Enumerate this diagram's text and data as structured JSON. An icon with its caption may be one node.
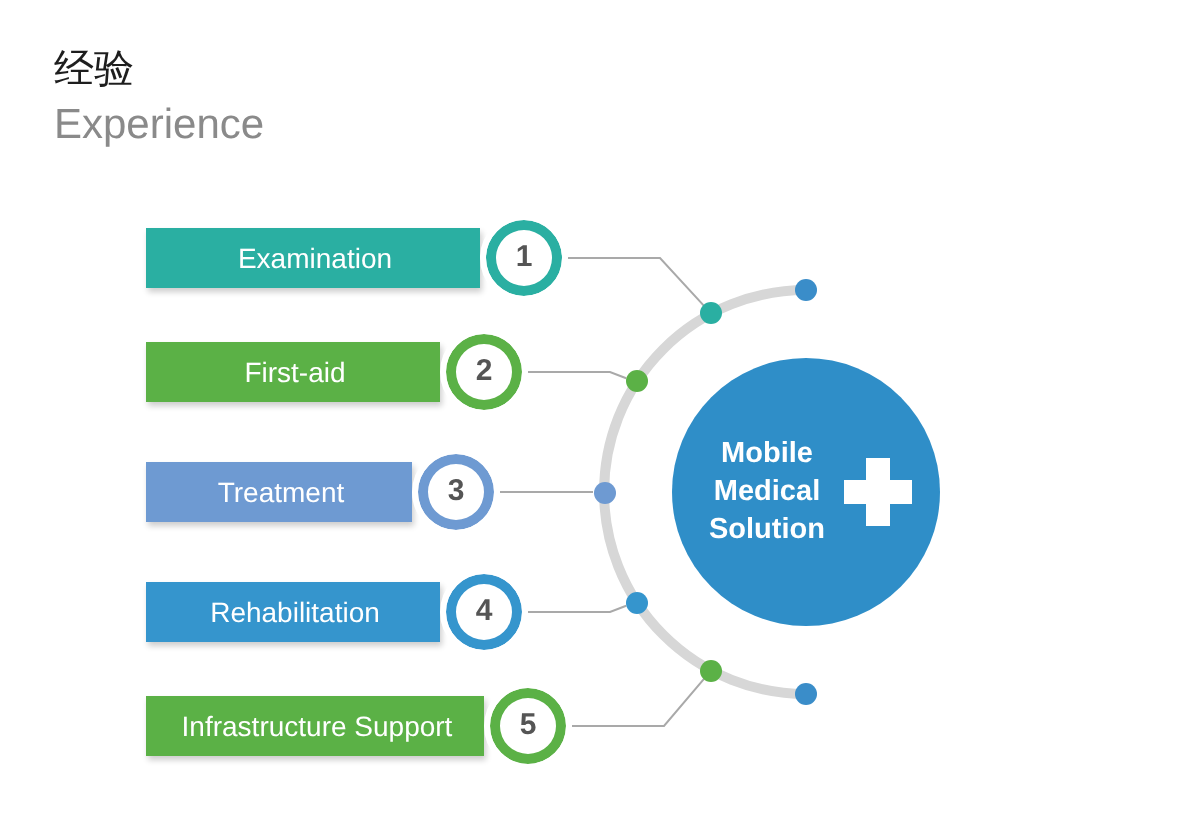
{
  "diagram": {
    "title": "经验",
    "nodes": [
      {
        "text": [
          "Examination"
        ]
      },
      {
        "text": [
          "1"
        ]
      },
      {
        "text": [
          "First-aid"
        ]
      },
      {
        "text": [
          "2"
        ]
      },
      {
        "text": [
          "Treatment"
        ]
      },
      {
        "text": [
          "3"
        ]
      },
      {
        "text": [
          "Rehabilitation"
        ]
      },
      {
        "text": [
          "4"
        ]
      },
      {
        "text": [
          "Infrastructure Support"
        ]
      },
      {
        "text": [
          "5"
        ]
      },
      {
        "text": [],
        "shape": "circle"
      },
      {
        "text": [],
        "shape": "circle"
      },
      {
        "text": [],
        "shape": "circle"
      },
      {
        "text": [],
        "shape": "circle"
      },
      {
        "text": [],
        "shape": "circle"
      },
      {
        "text": [
          "Mobile Medical Solution"
        ]
      }
    ],
    "edges": [
      {
        "from": 1,
        "to": 10,
        "arrow": "none"
      },
      {
        "from": 3,
        "to": 11,
        "arrow": "none"
      },
      {
        "from": 5,
        "to": 12,
        "arrow": "none"
      },
      {
        "from": 7,
        "to": 13,
        "arrow": "none"
      },
      {
        "from": 9,
        "to": 14,
        "arrow": "none"
      }
    ],
    "labels": [
      "Experience"
    ]
  }
}
